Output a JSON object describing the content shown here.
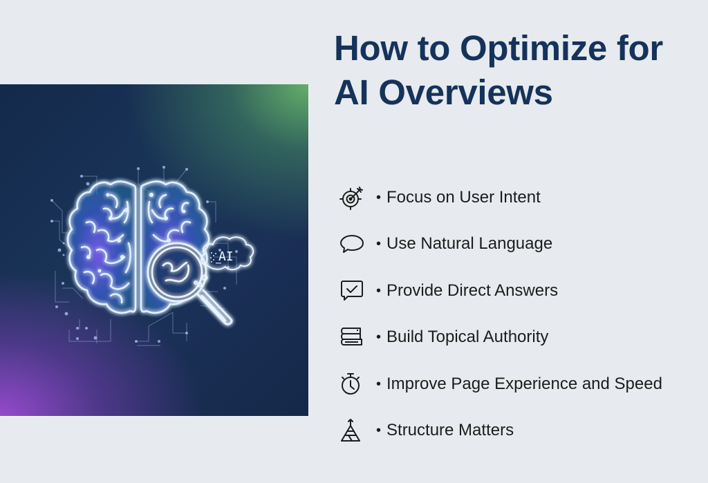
{
  "title": {
    "line1": "How to Optimize for",
    "line2": "AI Overviews"
  },
  "hero": {
    "alt": "Glowing brain illustration with magnifying glass and AI thought bubble",
    "bubble_text": "AI"
  },
  "items": [
    {
      "icon": "target-icon",
      "bullet": "•",
      "label": "Focus on User Intent"
    },
    {
      "icon": "speech-bubble-icon",
      "bullet": "•",
      "label": "Use Natural Language"
    },
    {
      "icon": "checkmark-message-icon",
      "bullet": "•",
      "label": "Provide Direct Answers"
    },
    {
      "icon": "books-stack-icon",
      "bullet": "•",
      "label": "Build Topical Authority"
    },
    {
      "icon": "stopwatch-icon",
      "bullet": "•",
      "label": "Improve Page Experience and Speed"
    },
    {
      "icon": "pyramid-icon",
      "bullet": "•",
      "label": "Structure Matters"
    }
  ],
  "colors": {
    "background": "#e7eaee",
    "title": "#15335a",
    "text": "#1c1c1c",
    "hero_navy": "#14294c",
    "hero_green": "#64af69",
    "hero_purple": "#9b4bd2",
    "glow": "#bfe3ff"
  }
}
